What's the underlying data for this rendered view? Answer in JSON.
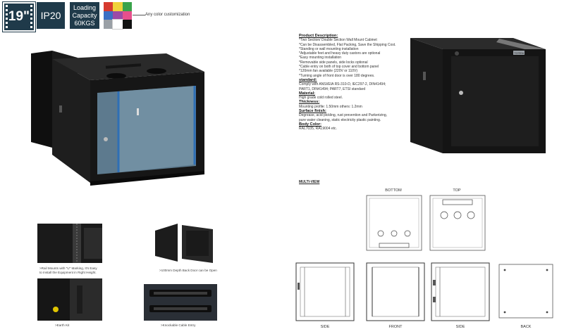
{
  "badges": {
    "rack_size": "19\"",
    "protection": "IP20",
    "loading_line1": "Loading",
    "loading_line2": "Capacity",
    "loading_line3": "60KGS"
  },
  "color_swatches": [
    "#d63a2f",
    "#f0d23a",
    "#3aa34a",
    "#3b6fc4",
    "#9b4aa6",
    "#e64f8c",
    "#9aa0a6",
    "#ffffff",
    "#111111"
  ],
  "color_note": "Any color customization",
  "spec": {
    "description_title": "Product Description:",
    "description_lines": [
      "*Two Section/ Double Section Wall Mount Cabinet",
      "*Can be Disassembled, Flat Packing, Save the Shipping Cost.",
      "*Standing or wall mounting installation",
      "*Adjustable feet and heavy duty castors are optional",
      "*Easy mounting installation",
      "*Removable side panels, side locks optional",
      "*Cable entry on both of top cover and bottom panel",
      "*120mm fan available (220V or 110V)",
      "*Turning angle of front door is over 180 degrees."
    ],
    "standard_title": "standard:",
    "standard_lines": [
      "Comply with ANSI/EIA RS-310-D, IEC297-2, DIN41494;",
      "PART1, DIN41494; PART7, ETSI standard"
    ],
    "material_title": "Material:",
    "material_lines": [
      "High grade cold rolled steel."
    ],
    "thickness_title": "Thickness:",
    "thickness_lines": [
      "Mounting profile: 1.50mm others: 1.2mm"
    ],
    "surface_title": "Surface finish:",
    "surface_lines": [
      "Degrease, acid pickling, rust prevention and Parkerizing,",
      "pure water cleaning, static electricity plastic painting."
    ],
    "color_title": "Body Color:",
    "color_lines": [
      "RAL7035, RAL9004 etc."
    ]
  },
  "multiview": {
    "title": "MULTI-VIEW",
    "bottom": "BOTTOM",
    "top": "TOP",
    "side_left": "SIDE",
    "front": "FRONT",
    "side_right": "SIDE",
    "back": "BACK"
  },
  "captions": {
    "rail_line1": ">Rail Mounts with \"U\" Marking, It's Easy",
    "rail_line2": "to Install the Equipment in Right Height.",
    "back_door": ">100mm Depth Back Door can be Open",
    "earth_kit": ">Earth Kit",
    "cable_entry": ">Knockable Cable Entry"
  },
  "brand_plate": "TOTEN"
}
